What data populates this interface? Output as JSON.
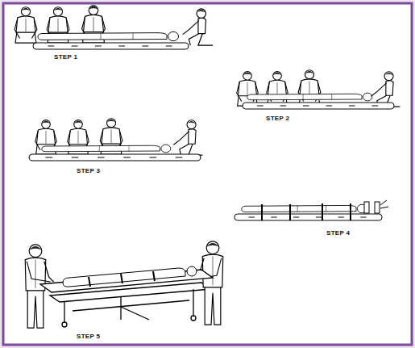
{
  "diagram": {
    "labels": [
      "STEP 1",
      "STEP 2",
      "STEP 3",
      "STEP 4",
      "STEP 5"
    ]
  }
}
